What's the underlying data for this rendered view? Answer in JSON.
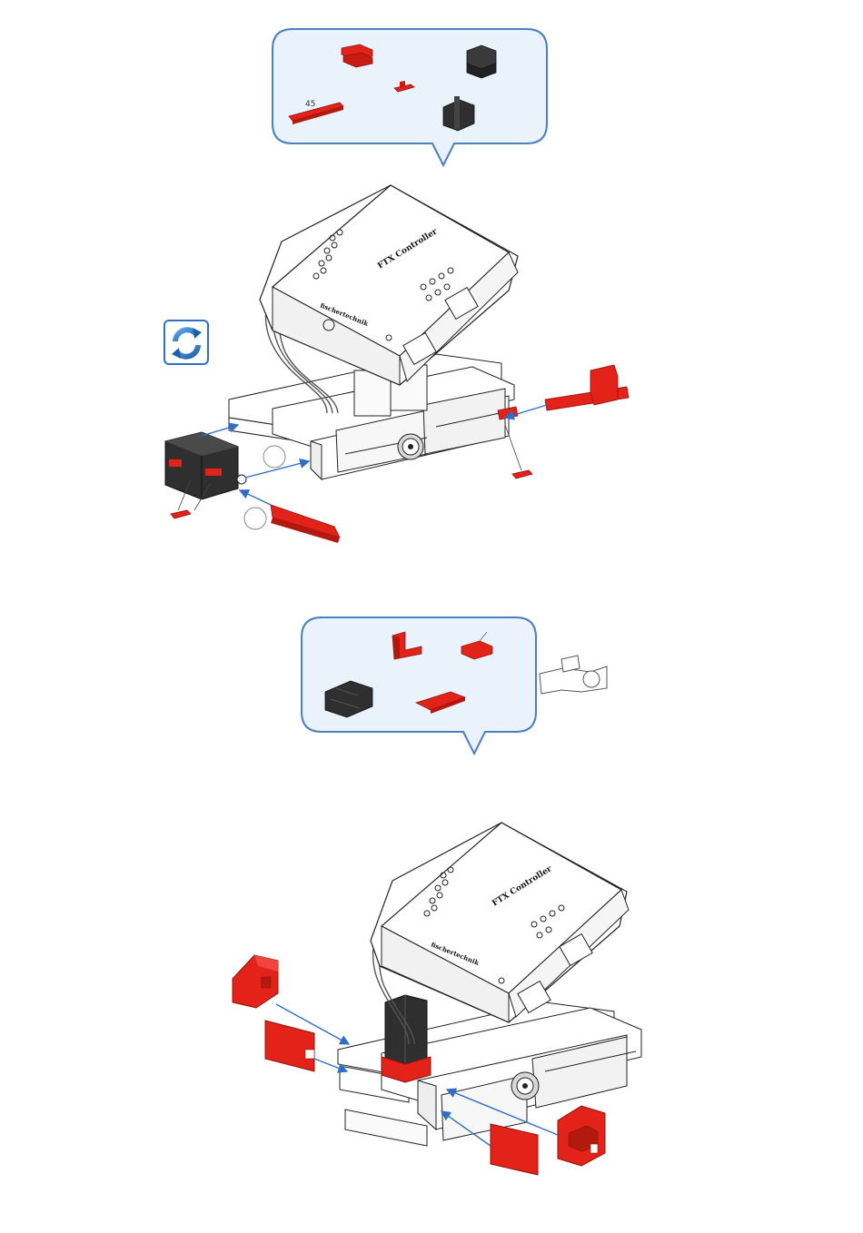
{
  "step1": {
    "parts_box": {
      "part_label_45": "45"
    },
    "controller": {
      "title": "FTX Controller",
      "brand": "fischertechnik"
    }
  },
  "step2": {
    "controller": {
      "title": "FTX Controller",
      "brand": "fischertechnik"
    }
  },
  "colors": {
    "part_red": "#e32219",
    "part_black": "#2b2b2b",
    "callout_border": "#4a7fc1",
    "callout_fill": "#eaf3fb",
    "arrow_blue": "#2e6fc4"
  },
  "icons": [
    "rotate-model-icon"
  ]
}
